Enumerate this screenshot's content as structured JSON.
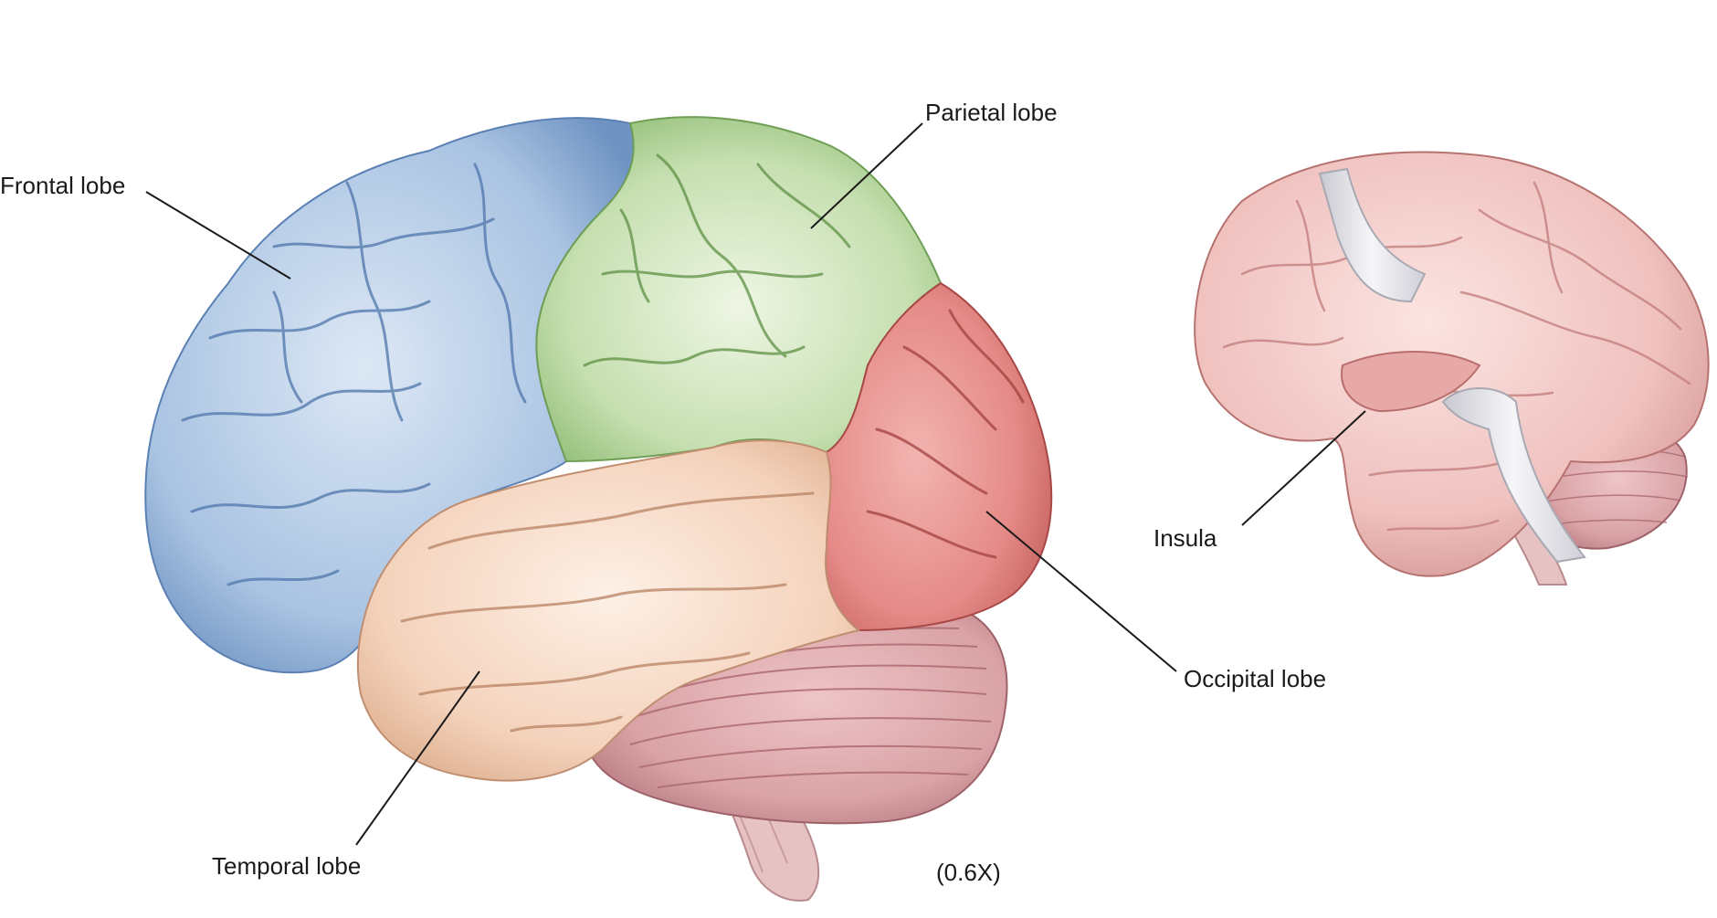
{
  "labels": {
    "frontal": "Frontal lobe",
    "parietal": "Parietal lobe",
    "occipital": "Occipital lobe",
    "temporal": "Temporal lobe",
    "insula": "Insula",
    "magnification": "(0.6X)"
  },
  "colors": {
    "frontal": "#a9c3e2",
    "frontal_dark": "#5f86bb",
    "parietal": "#c6dfb0",
    "parietal_dark": "#7fae62",
    "occipital": "#e58a87",
    "occipital_dark": "#b8524f",
    "temporal": "#f4d2bb",
    "temporal_dark": "#c99a7c",
    "cerebellum": "#d9a2a6",
    "cerebellum_dark": "#a9676e",
    "brainstem": "#e7c2c2",
    "insula_brain": "#efc1bf",
    "insula_brain_dark": "#c4807f",
    "retractor": "#e6e6ec",
    "leader_line": "#1a1a1a"
  }
}
